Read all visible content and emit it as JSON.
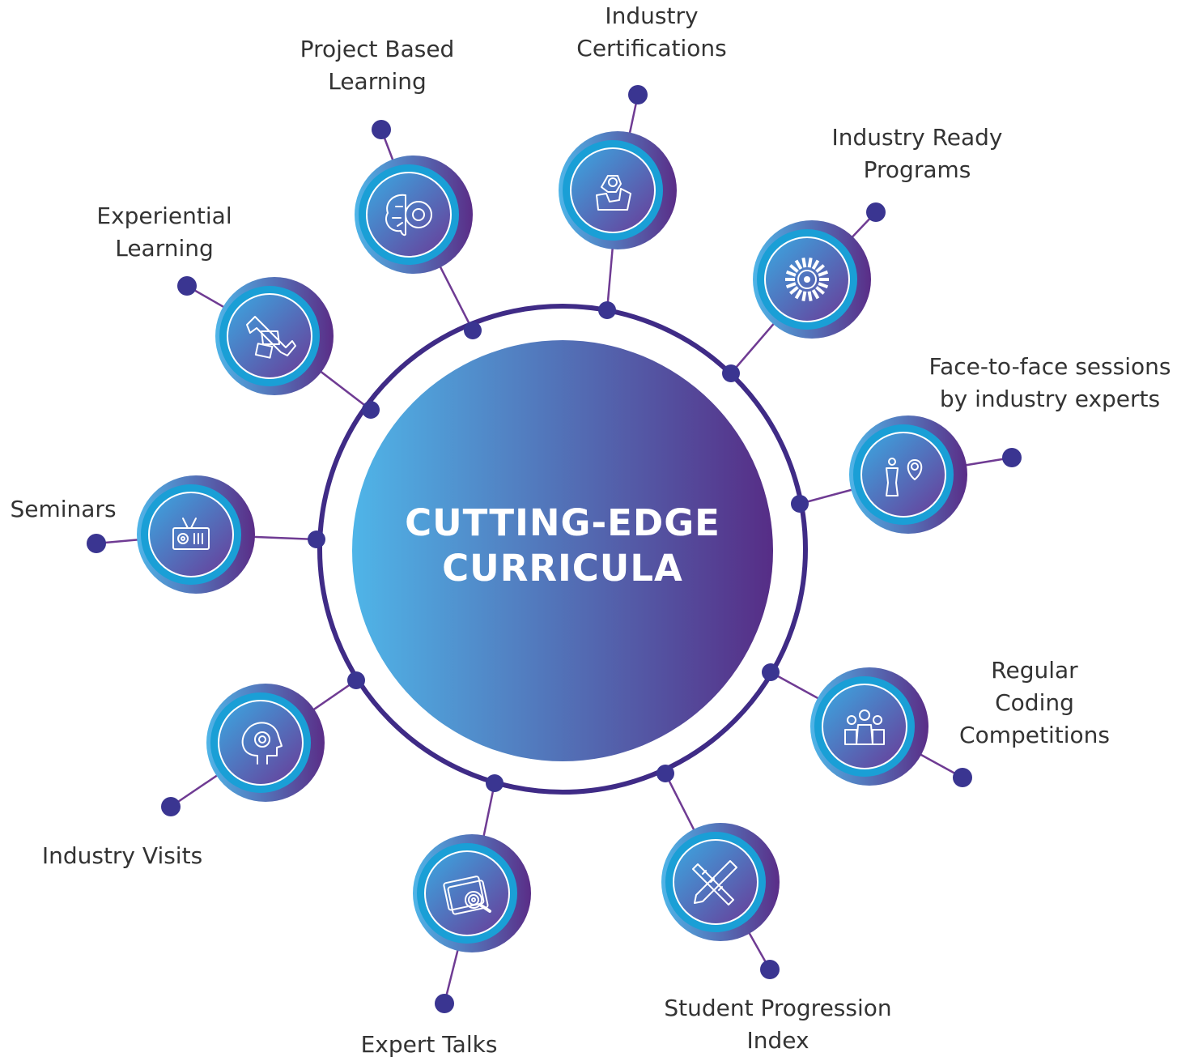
{
  "center": {
    "title_line1": "CUTTING-EDGE",
    "title_line2": "CURRICULA"
  },
  "colors": {
    "ring": "#3f2b86",
    "connector": "#6f3b93",
    "dot": "#3a3591",
    "gradient_light": "#4fb5e8",
    "gradient_dark": "#562d86",
    "node_ring": "#1a9fd6",
    "text": "#333333"
  },
  "nodes": [
    {
      "id": "industry-certifications",
      "icon": "certificate-icon",
      "lines": [
        "Industry",
        "Certifications"
      ]
    },
    {
      "id": "industry-ready-programs",
      "icon": "gauge-icon",
      "lines": [
        "Industry Ready",
        "Programs"
      ]
    },
    {
      "id": "face-to-face-sessions",
      "icon": "expert-location-icon",
      "lines": [
        "Face-to-face sessions",
        "by industry experts"
      ]
    },
    {
      "id": "regular-coding-competitions",
      "icon": "team-icon",
      "lines": [
        "Regular",
        "Coding",
        "Competitions"
      ]
    },
    {
      "id": "student-progression-index",
      "icon": "ruler-pencil-icon",
      "lines": [
        "Student Progression",
        "Index"
      ]
    },
    {
      "id": "expert-talks",
      "icon": "fingerprint-tablet-icon",
      "lines": [
        "Expert Talks"
      ]
    },
    {
      "id": "industry-visits",
      "icon": "head-gear-icon",
      "lines": [
        "Industry Visits"
      ]
    },
    {
      "id": "seminars",
      "icon": "radio-icon",
      "lines": [
        "Seminars"
      ]
    },
    {
      "id": "experiential-learning",
      "icon": "fist-wrench-icon",
      "lines": [
        "Experiential",
        "Learning"
      ]
    },
    {
      "id": "project-based-learning",
      "icon": "brain-gear-icon",
      "lines": [
        "Project Based",
        "Learning"
      ]
    }
  ]
}
